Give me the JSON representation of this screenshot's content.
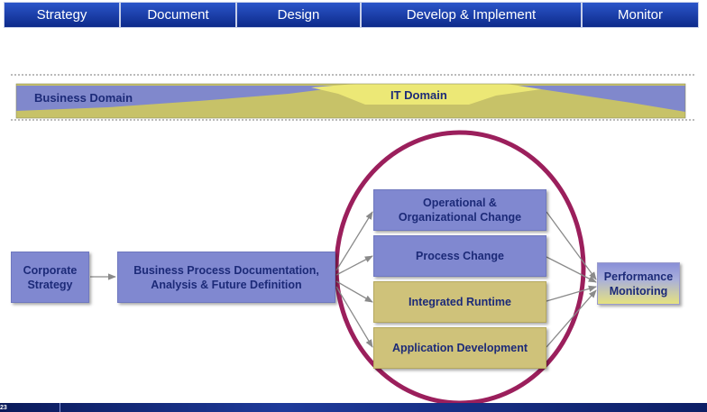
{
  "phases": [
    "Strategy",
    "Document",
    "Design",
    "Develop & Implement",
    "Monitor"
  ],
  "domains": {
    "business": "Business Domain",
    "it": "IT Domain"
  },
  "boxes": {
    "corporate": "Corporate\nStrategy",
    "bpd": "Business Process  Documentation,\nAnalysis & Future Definition",
    "operational": "Operational &\nOrganizational Change",
    "process": "Process Change",
    "runtime": "Integrated Runtime",
    "appdev": "Application Development",
    "performance": "Performance\nMonitoring"
  },
  "footer": {
    "page_number": "23"
  },
  "colors": {
    "header": "#1a3fae",
    "blue_box": "#8088d0",
    "khaki_box": "#cfc27a",
    "highlight_ellipse": "#9b1f5c",
    "business_band": "#8088cc",
    "it_band": "#c7c268"
  }
}
